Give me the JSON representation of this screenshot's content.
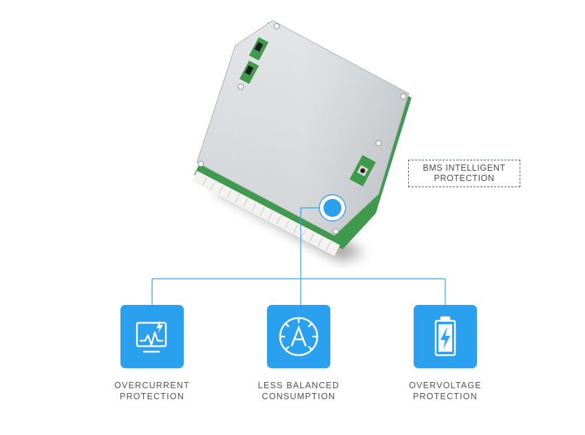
{
  "callout": {
    "line1": "BMS INTELLIGENT",
    "line2": "PROTECTION"
  },
  "features": [
    {
      "line1": "OVERCURRENT",
      "line2": "PROTECTION",
      "icon": "monitor-lightning-icon"
    },
    {
      "line1": "LESS BALANCED",
      "line2": "CONSUMPTION",
      "icon": "ammeter-dial-icon"
    },
    {
      "line1": "OVERVOLTAGE",
      "line2": "PROTECTION",
      "icon": "battery-charging-icon"
    }
  ],
  "colors": {
    "accent": "#2aa0ee",
    "line": "#2aa0ee",
    "text": "#505050",
    "callout_border": "#3c5a70"
  }
}
